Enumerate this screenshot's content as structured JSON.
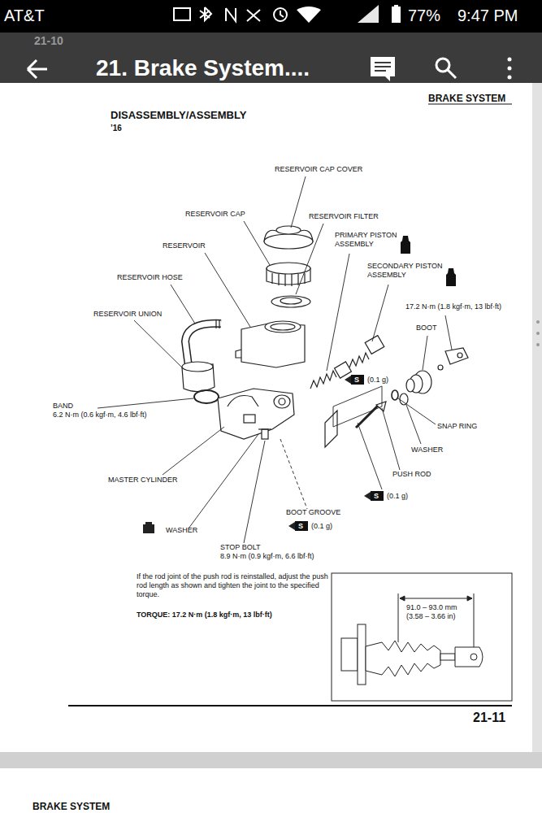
{
  "diagram": {
    "title": "DISASSEMBLY/ASSEMBLY",
    "labels": [
      "AT&T",
      "77%",
      "9:47 PM",
      "21-10",
      "21. Brake System....",
      "BRAKE SYSTEM",
      "’16",
      "RESERVOIR CAP COVER",
      "RESERVOIR CAP",
      "RESERVOIR FILTER",
      "PRIMARY PISTON ASSEMBLY",
      "RESERVOIR",
      "SECONDARY PISTON ASSEMBLY",
      "RESERVOIR HOSE",
      "17.2 N·m (1.8 kgf·m, 13 lbf·ft)",
      "RESERVOIR UNION",
      "BOOT",
      "S",
      "(0.1 g)",
      "BAND",
      "6.2 N·m (0.6 kgf·m, 4.6 lbf·ft)",
      "SNAP RING",
      "WASHER",
      "PUSH ROD",
      "MASTER CYLINDER",
      "S",
      "(0.1 g)",
      "BOOT GROOVE",
      "S",
      "(0.1 g)",
      "WASHER",
      "STOP BOLT",
      "8.9 N·m (0.9 kgf·m, 6.6 lbf·ft)",
      "If the rod joint of the push rod is reinstalled, adjust the push rod length as shown and tighten the joint to the specified torque.",
      "TORQUE: 17.2 N·m (1.8 kgf·m, 13 lbf·ft)",
      "91.0 – 93.0 mm",
      "(3.58 – 3.66 in)",
      "21-11",
      "BRAKE SYSTEM"
    ]
  }
}
